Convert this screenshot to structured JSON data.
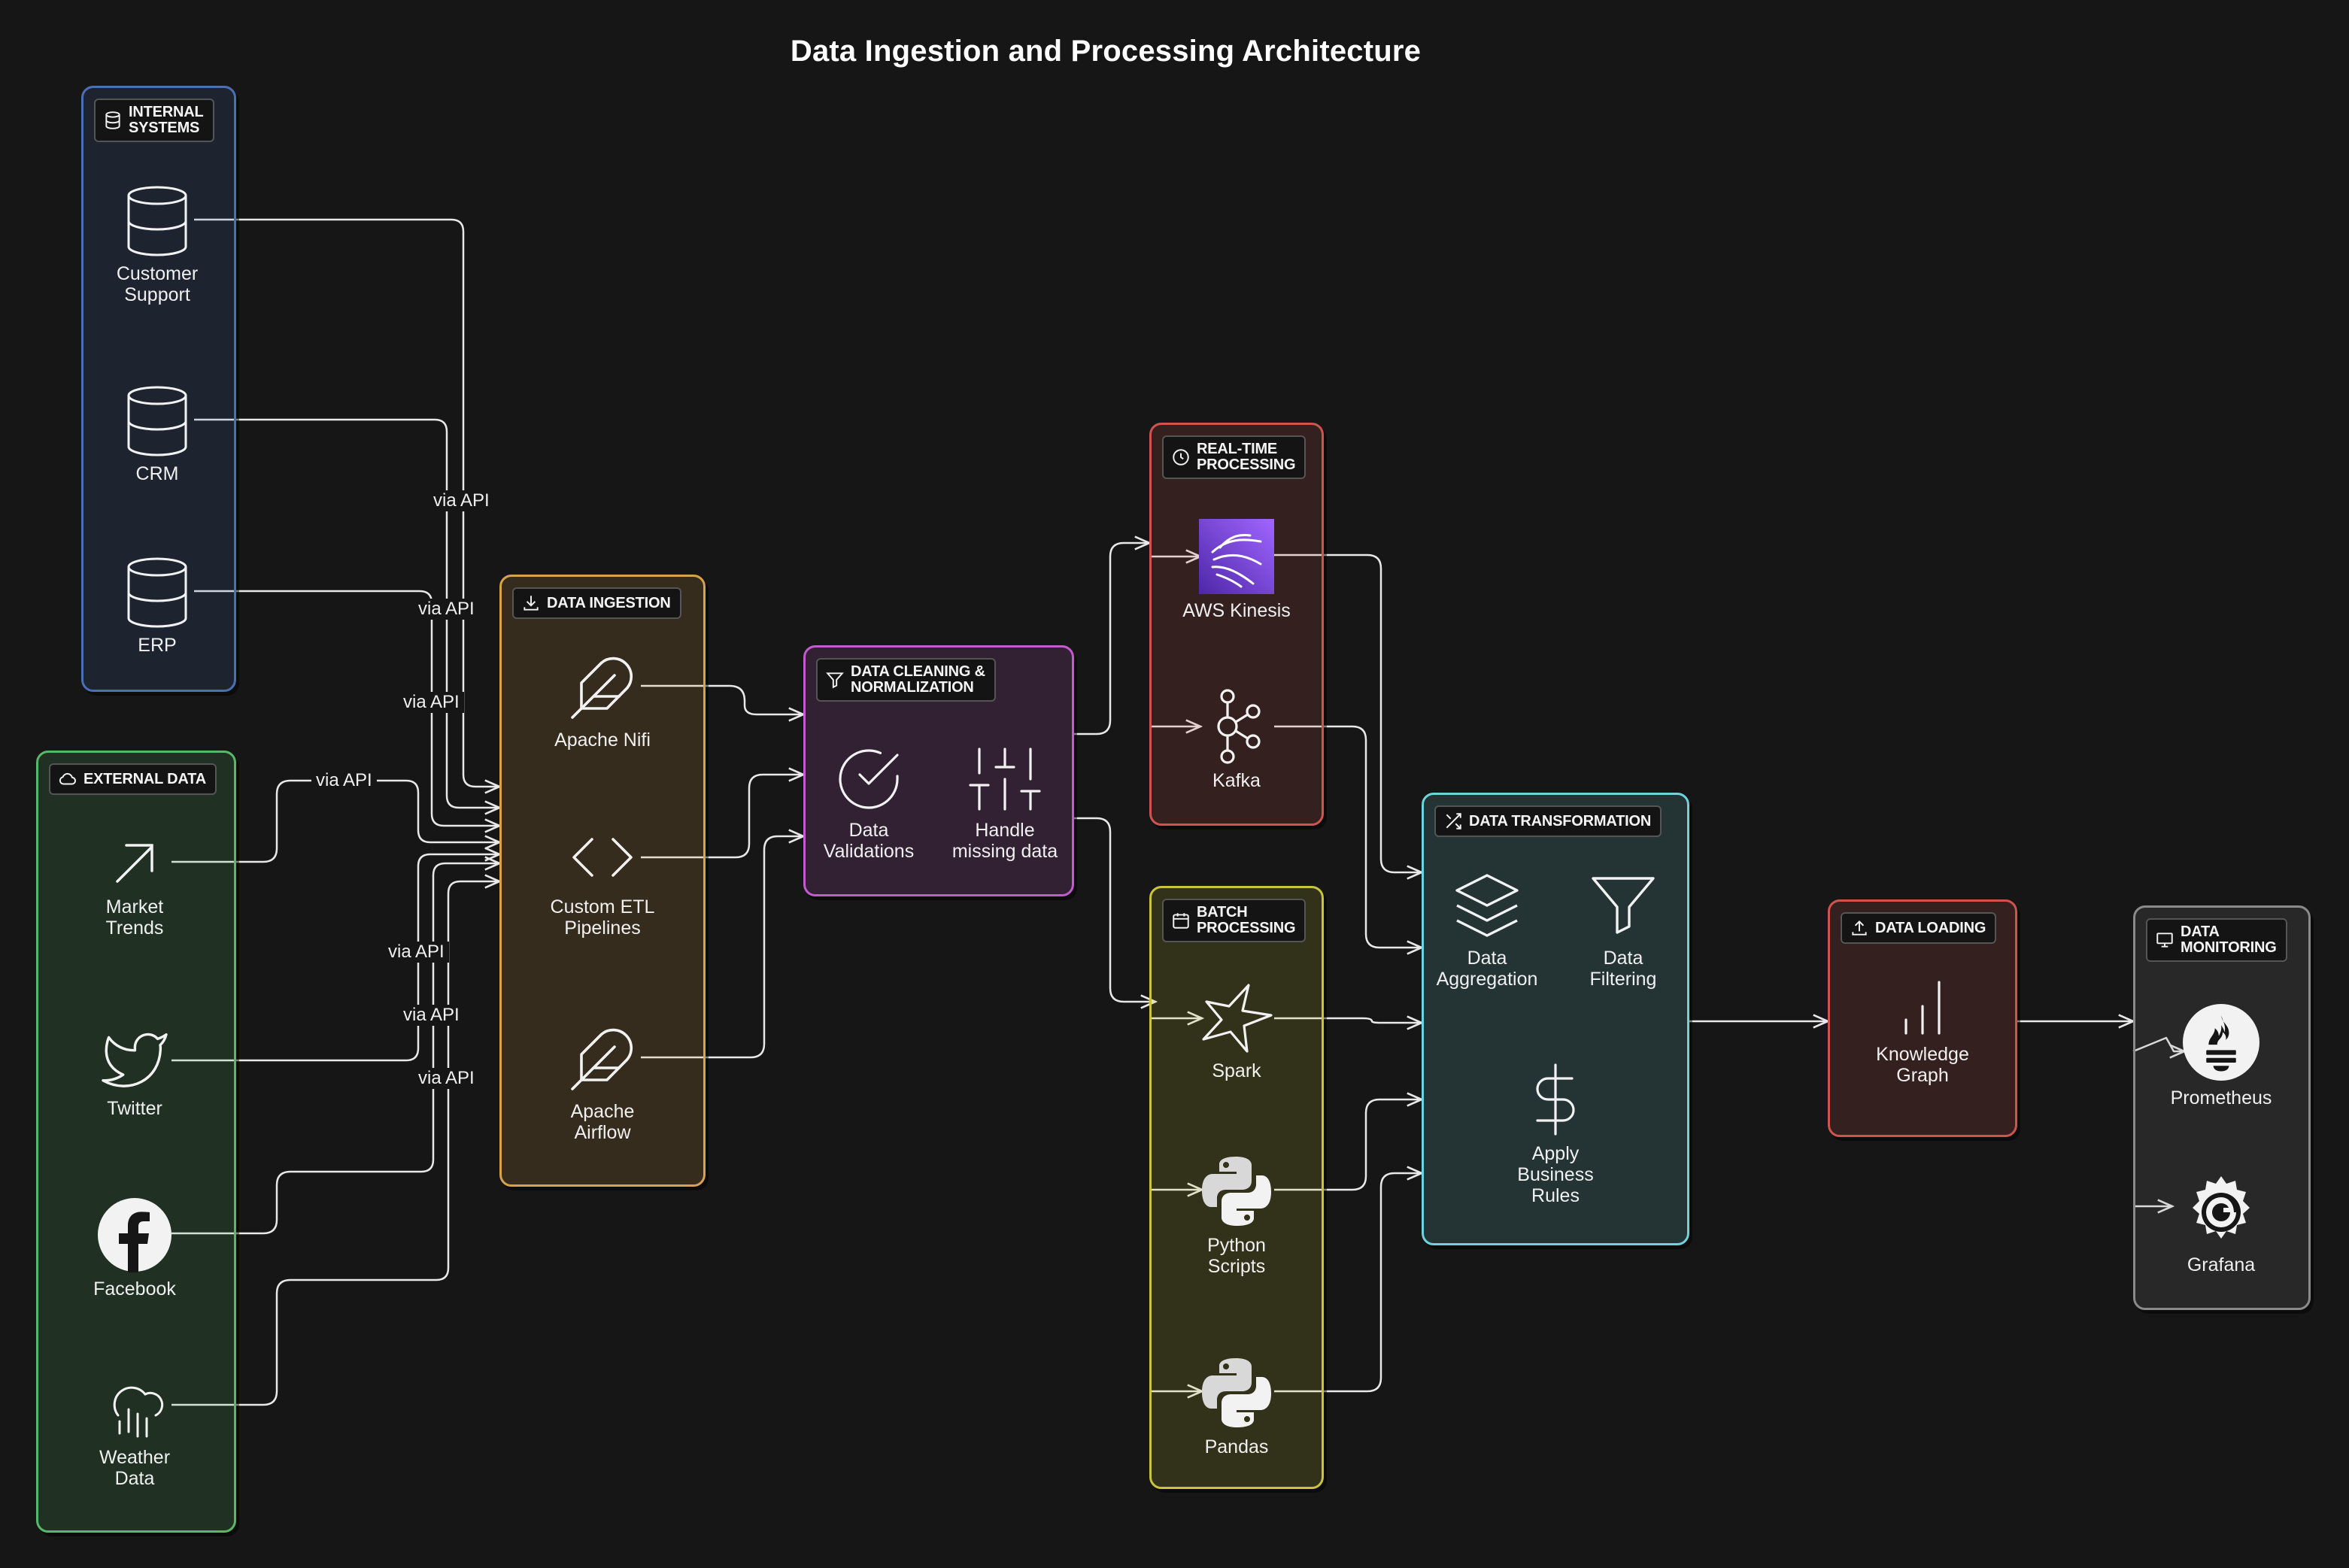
{
  "title": "Data Ingestion and Processing Architecture",
  "groups": {
    "internal": {
      "label": "INTERNAL\nSYSTEMS",
      "color": "#4a6fb5"
    },
    "external": {
      "label": "EXTERNAL DATA",
      "color": "#58b86a"
    },
    "ingestion": {
      "label": "DATA INGESTION",
      "color": "#d8a24a"
    },
    "cleaning": {
      "label": "DATA CLEANING &\nNORMALIZATION",
      "color": "#c45ad0"
    },
    "realtime": {
      "label": "REAL-TIME\nPROCESSING",
      "color": "#d0544e"
    },
    "batch": {
      "label": "BATCH\nPROCESSING",
      "color": "#c9c43a"
    },
    "transformation": {
      "label": "DATA TRANSFORMATION",
      "color": "#6fd3dc"
    },
    "loading": {
      "label": "DATA LOADING",
      "color": "#d0544e"
    },
    "monitoring": {
      "label": "DATA\nMONITORING",
      "color": "#8a8a8a"
    }
  },
  "nodes": {
    "customer_support": "Customer\nSupport",
    "crm": "CRM",
    "erp": "ERP",
    "market_trends": "Market\nTrends",
    "twitter": "Twitter",
    "facebook": "Facebook",
    "weather": "Weather\nData",
    "nifi": "Apache Nifi",
    "etl": "Custom ETL\nPipelines",
    "airflow": "Apache\nAirflow",
    "validations": "Data\nValidations",
    "missing": "Handle\nmissing data",
    "kinesis": "AWS Kinesis",
    "kafka": "Kafka",
    "spark": "Spark",
    "python": "Python\nScripts",
    "pandas": "Pandas",
    "aggregation": "Data\nAggregation",
    "filtering": "Data\nFiltering",
    "rules": "Apply\nBusiness\nRules",
    "graph": "Knowledge\nGraph",
    "prometheus": "Prometheus",
    "grafana": "Grafana"
  },
  "edge_labels": {
    "crm": "via API",
    "erp": "via API",
    "cs": "via API",
    "market": "via API",
    "twitter": "via API",
    "facebook": "via API",
    "weather": "via API"
  },
  "colors": {
    "background": "#161616",
    "connector": "#e8e8e8",
    "kinesis": "#7b3fe0",
    "icon": "#f2f2f2"
  }
}
